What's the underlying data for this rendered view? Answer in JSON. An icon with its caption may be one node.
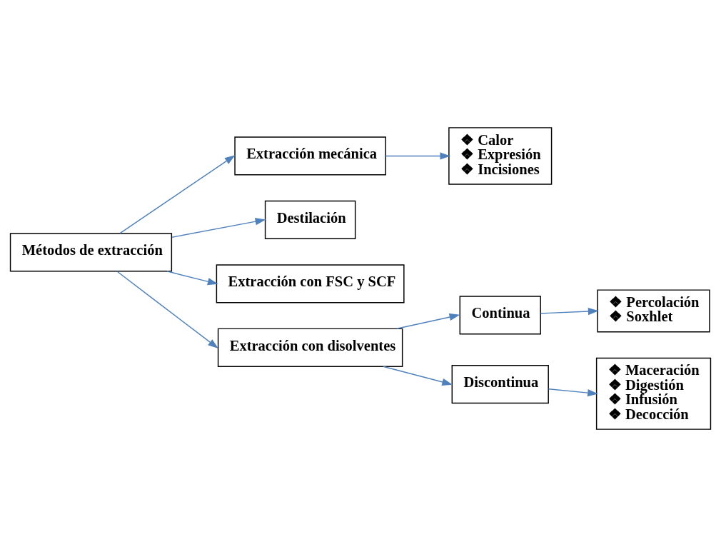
{
  "diagram": {
    "nodes": [
      {
        "text": [
          "Métodos de extracción"
        ]
      },
      {
        "text": [
          "Extracción mecánica"
        ]
      },
      {
        "text": [
          "❖ Calor",
          "❖ Expresión",
          "❖ Incisiones"
        ]
      },
      {
        "text": [
          "Destilación"
        ]
      },
      {
        "text": [
          "Extracción con FSC y SCF"
        ]
      },
      {
        "text": [
          "Extracción con disolventes"
        ]
      },
      {
        "text": [
          "Continua"
        ]
      },
      {
        "text": [
          "❖ Percolación",
          "❖ Soxhlet"
        ]
      },
      {
        "text": [
          "Discontinua"
        ]
      },
      {
        "text": [
          "❖ Maceración",
          "❖ Digestión",
          "❖ Infusión",
          "❖ Decocción"
        ]
      }
    ],
    "edges": [
      {
        "from": 0,
        "to": 1,
        "arrow": "to"
      },
      {
        "from": 0,
        "to": 3,
        "arrow": "to"
      },
      {
        "from": 0,
        "to": 4,
        "arrow": "to"
      },
      {
        "from": 0,
        "to": 5,
        "arrow": "to"
      },
      {
        "from": 1,
        "to": 2,
        "arrow": "to"
      },
      {
        "from": 5,
        "to": 6,
        "arrow": "to"
      },
      {
        "from": 5,
        "to": 8,
        "arrow": "to"
      },
      {
        "from": 6,
        "to": 7,
        "arrow": "to"
      },
      {
        "from": 8,
        "to": 9,
        "arrow": "to"
      }
    ]
  }
}
